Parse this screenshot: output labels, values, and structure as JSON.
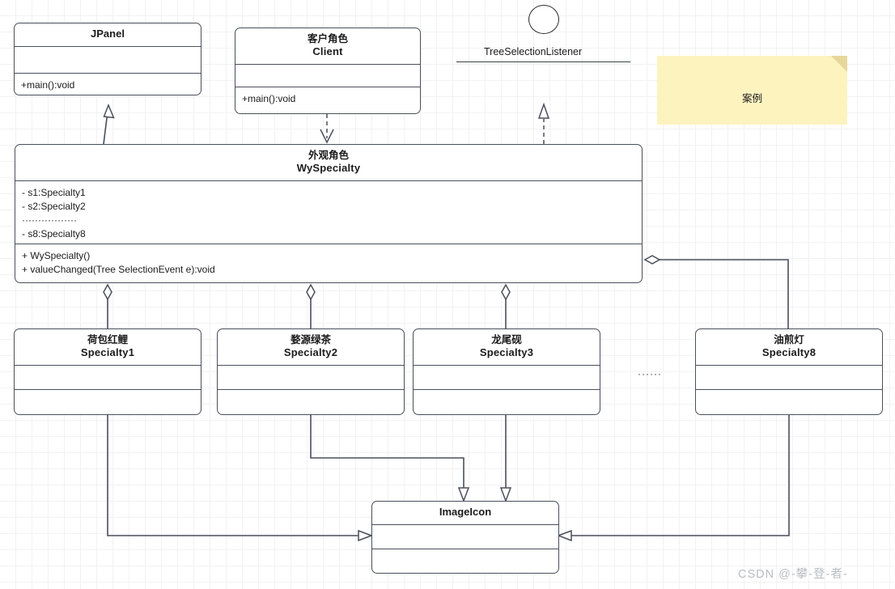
{
  "diagram": {
    "type": "uml-class-diagram",
    "title": "Facade pattern UML class diagram",
    "background": "#ffffff",
    "grid_color": "#f2f2f2",
    "line_color": "#4a4f5a"
  },
  "classes": [
    {
      "id": "jpanel",
      "name_cn": "",
      "name_en": "JPanel",
      "attributes": "",
      "operations": "+main():void"
    },
    {
      "id": "client",
      "name_cn": "客户角色",
      "name_en": "Client",
      "attributes": "",
      "operations": "+main():void"
    },
    {
      "id": "wyspecialty",
      "name_cn": "外观角色",
      "name_en": "WySpecialty",
      "attributes": "- s1:Specialty1\n- s2:Specialty2\n·················\n- s8:Specialty8",
      "operations": "+ WySpecialty()\n+ valueChanged(Tree SelectionEvent e):void"
    },
    {
      "id": "specialty1",
      "name_cn": "荷包红鲤",
      "name_en": "Specialty1",
      "attributes": "",
      "operations": ""
    },
    {
      "id": "specialty2",
      "name_cn": "婺源绿茶",
      "name_en": "Specialty2",
      "attributes": "",
      "operations": ""
    },
    {
      "id": "specialty3",
      "name_cn": "龙尾砚",
      "name_en": "Specialty3",
      "attributes": "",
      "operations": ""
    },
    {
      "id": "specialty8",
      "name_cn": "油煎灯",
      "name_en": "Specialty8",
      "attributes": "",
      "operations": ""
    },
    {
      "id": "imageicon",
      "name_cn": "",
      "name_en": "ImageIcon",
      "attributes": "",
      "operations": ""
    }
  ],
  "interface": {
    "label": "TreeSelectionListener",
    "notation": "lollipop-circle"
  },
  "note": {
    "text": "案例",
    "fill": "#fdf3bf",
    "fold_color": "#e8d79a"
  },
  "ellipsis": "······",
  "watermark": "CSDN @-攀-登-者-",
  "relationships": [
    {
      "from": "wyspecialty",
      "to": "jpanel",
      "kind": "generalization"
    },
    {
      "from": "client",
      "to": "wyspecialty",
      "kind": "dependency"
    },
    {
      "from": "wyspecialty",
      "to": "interface",
      "kind": "realization"
    },
    {
      "from": "wyspecialty",
      "to": "specialty1",
      "kind": "aggregation"
    },
    {
      "from": "wyspecialty",
      "to": "specialty2",
      "kind": "aggregation"
    },
    {
      "from": "wyspecialty",
      "to": "specialty3",
      "kind": "aggregation"
    },
    {
      "from": "wyspecialty",
      "to": "specialty8",
      "kind": "aggregation"
    },
    {
      "from": "specialty1",
      "to": "imageicon",
      "kind": "generalization"
    },
    {
      "from": "specialty2",
      "to": "imageicon",
      "kind": "generalization"
    },
    {
      "from": "specialty3",
      "to": "imageicon",
      "kind": "generalization"
    },
    {
      "from": "specialty8",
      "to": "imageicon",
      "kind": "generalization"
    }
  ]
}
